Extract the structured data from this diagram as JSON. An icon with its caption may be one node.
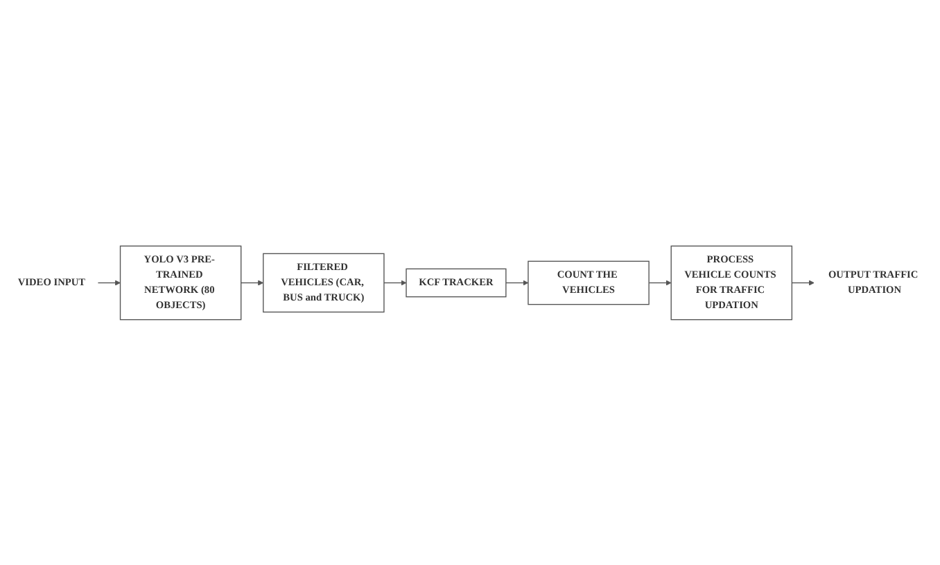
{
  "diagram": {
    "nodes": [
      {
        "text": [
          "VIDEO INPUT"
        ]
      },
      {
        "text": [
          "YOLO V3 PRE- TRAINED NETWORK (80 OBJECTS)"
        ]
      },
      {
        "text": [
          "FILTERED VEHICLES (CAR, BUS and TRUCK)"
        ]
      },
      {
        "text": [
          "KCF TRACKER"
        ]
      },
      {
        "text": [
          "COUNT THE VEHICLES"
        ]
      },
      {
        "text": [
          "PROCESS VEHICLE COUNTS FOR TRAFFIC UPDATION"
        ]
      },
      {
        "text": [
          "OUTPUT TRAFFIC UPDATION"
        ]
      }
    ],
    "edges": [
      {
        "from": 0,
        "to": 1,
        "arrow": "to"
      },
      {
        "from": 1,
        "to": 2,
        "arrow": "to"
      },
      {
        "from": 2,
        "to": 3,
        "arrow": "to"
      },
      {
        "from": 3,
        "to": 4,
        "arrow": "to"
      },
      {
        "from": 4,
        "to": 5,
        "arrow": "to"
      },
      {
        "from": 5,
        "to": 6,
        "arrow": "to"
      }
    ]
  }
}
